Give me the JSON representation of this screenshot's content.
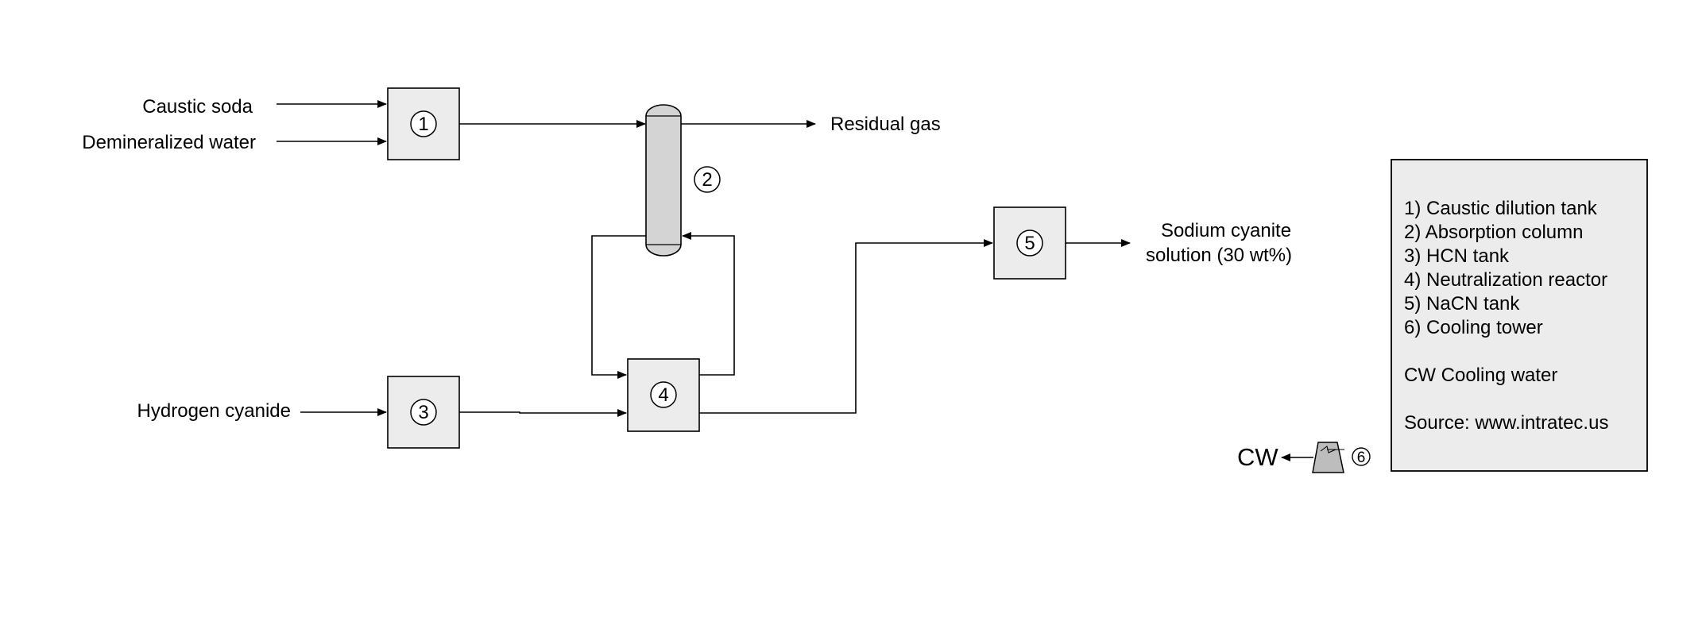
{
  "streams": {
    "caustic_soda": "Caustic soda",
    "demineralized_water": "Demineralized water",
    "hydrogen_cyanide": "Hydrogen cyanide",
    "residual_gas": "Residual gas",
    "product_line1": "Sodium cyanite",
    "product_line2": "solution (30 wt%)",
    "cw": "CW"
  },
  "equipment_numbers": [
    "1",
    "2",
    "3",
    "4",
    "5",
    "6"
  ],
  "legend": {
    "items": [
      "1) Caustic dilution tank",
      "2) Absorption column",
      "3) HCN tank",
      "4) Neutralization reactor",
      "5) NaCN tank",
      "6) Cooling tower"
    ],
    "cw_note": "CW Cooling water",
    "source": "Source: www.intratec.us"
  },
  "colors": {
    "equipment_fill": "#ececec",
    "column_fill": "#d4d4d4",
    "tower_fill": "#bdbdbd",
    "line": "#000000"
  }
}
